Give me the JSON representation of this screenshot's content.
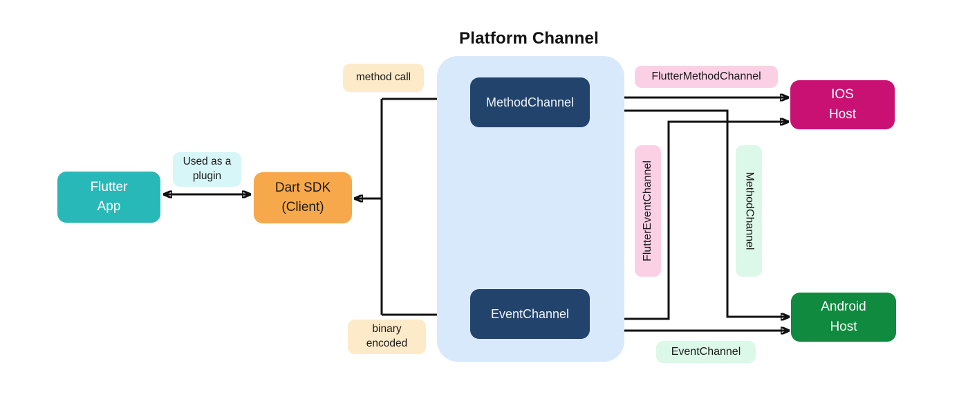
{
  "title": "Platform Channel",
  "nodes": {
    "flutter_app": {
      "line1": "Flutter",
      "line2": "App"
    },
    "dart_sdk": {
      "line1": "Dart SDK",
      "line2": "(Client)"
    },
    "method_channel": {
      "label": "MethodChannel"
    },
    "event_channel": {
      "label": "EventChannel"
    },
    "ios_host": {
      "line1": "IOS",
      "line2": "Host"
    },
    "android_host": {
      "line1": "Android",
      "line2": "Host"
    }
  },
  "labels": {
    "used_as_plugin": {
      "line1": "Used as a",
      "line2": "plugin"
    },
    "method_call": "method call",
    "binary_encoded": {
      "line1": "binary",
      "line2": "encoded"
    },
    "flutter_method_channel": "FlutterMethodChannel",
    "flutter_event_channel": "FlutterEventChannel",
    "method_channel_vertical": "MethodChannel",
    "event_channel_label": "EventChannel"
  },
  "colors": {
    "flutter_app": "#29b8b8",
    "dart_sdk": "#f6a84b",
    "channel_box": "#22436b",
    "platform_channel_panel": "#d9e9fc",
    "ios_host": "#c91173",
    "android_host": "#0f8a3e",
    "pink_label": "#fbd0e4",
    "mint_label": "#dcf8e8",
    "peach_label": "#fdeac9",
    "cyan_label": "#d7f6f8",
    "connector": "#111111"
  }
}
